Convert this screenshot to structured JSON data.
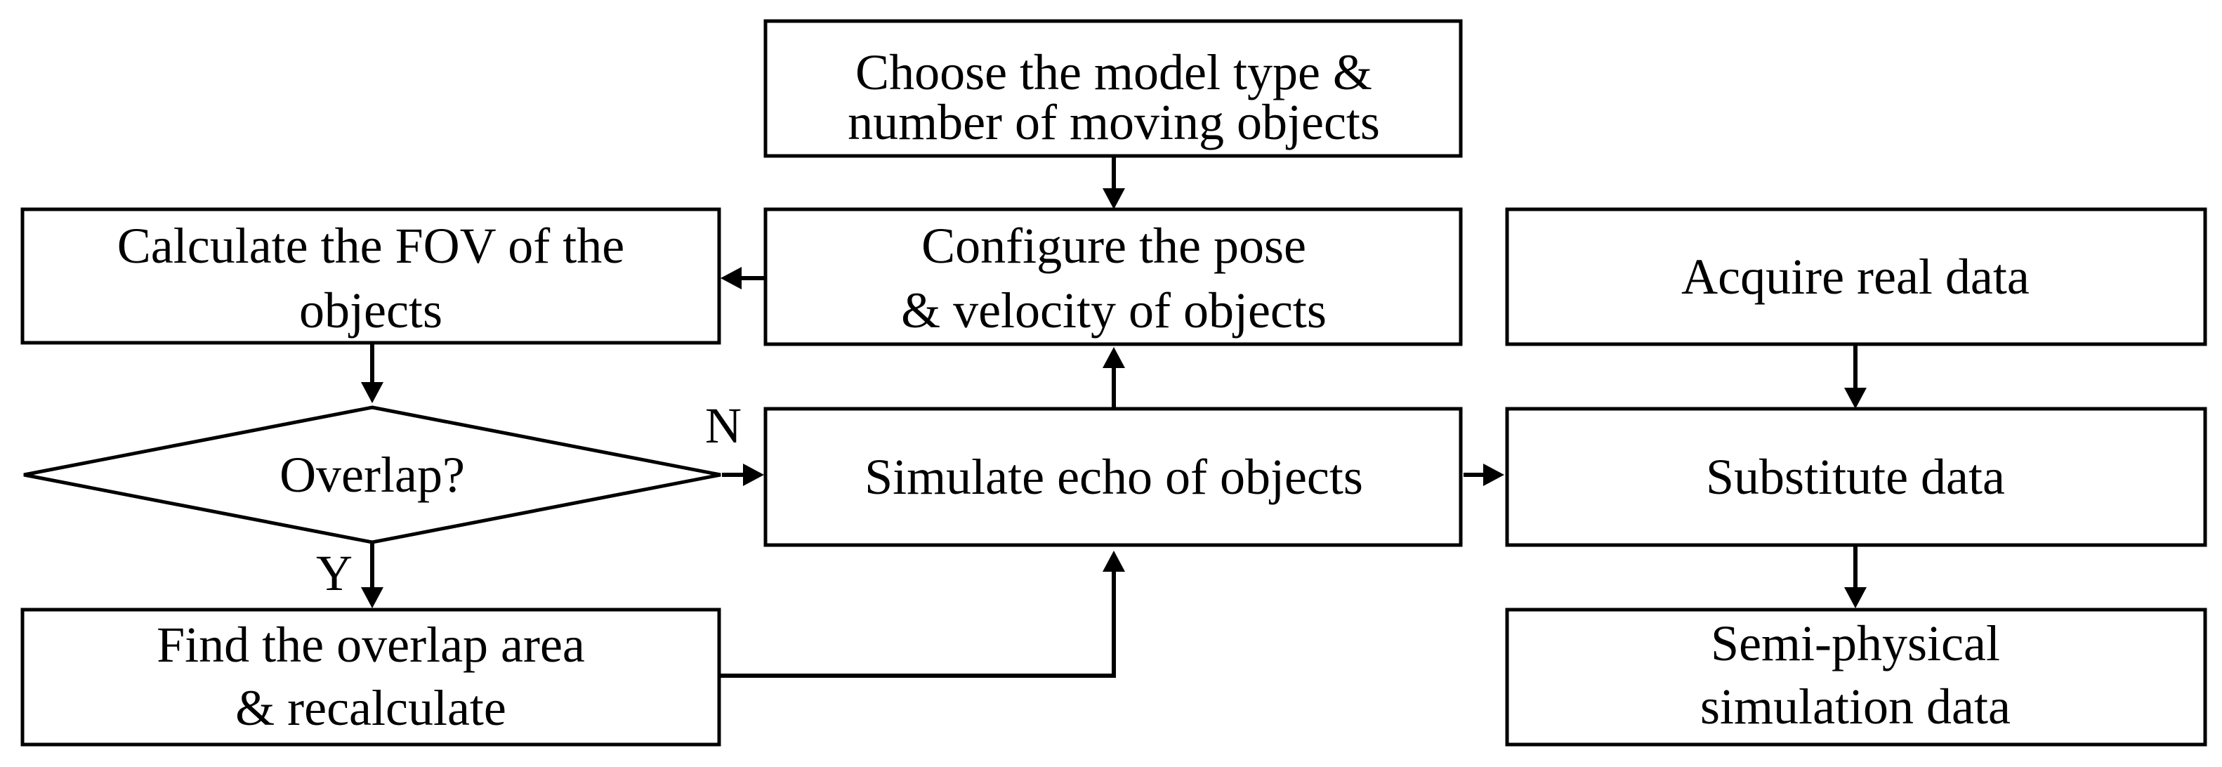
{
  "nodes": {
    "choose_model": {
      "line1": "Choose the model type &",
      "line2": "number of moving objects"
    },
    "calculate_fov": {
      "line1": "Calculate the FOV of the",
      "line2": "objects"
    },
    "configure_pose": {
      "line1": "Configure the pose",
      "line2": "& velocity of objects"
    },
    "acquire_real_data": {
      "text": "Acquire real data"
    },
    "overlap_decision": {
      "text": "Overlap?"
    },
    "simulate_echo": {
      "text": "Simulate echo of objects"
    },
    "substitute_data": {
      "text": "Substitute data"
    },
    "find_overlap": {
      "line1": "Find the overlap area",
      "line2": "& recalculate"
    },
    "semi_physical": {
      "line1": "Semi-physical",
      "line2": "simulation data"
    }
  },
  "edge_labels": {
    "no": "N",
    "yes": "Y"
  }
}
